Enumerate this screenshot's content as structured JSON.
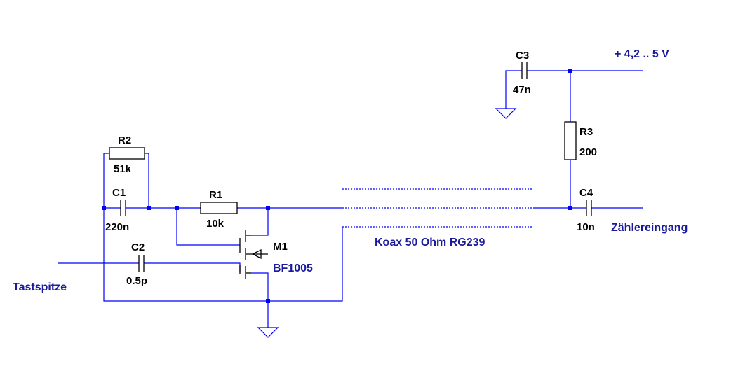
{
  "components": {
    "r1": {
      "ref": "R1",
      "value": "10k"
    },
    "r2": {
      "ref": "R2",
      "value": "51k"
    },
    "r3": {
      "ref": "R3",
      "value": "200"
    },
    "c1": {
      "ref": "C1",
      "value": "220n"
    },
    "c2": {
      "ref": "C2",
      "value": "0.5p"
    },
    "c3": {
      "ref": "C3",
      "value": "47n"
    },
    "c4": {
      "ref": "C4",
      "value": "10n"
    },
    "m1": {
      "ref": "M1",
      "value": "BF1005"
    }
  },
  "nets": {
    "probe": "Tastspitze",
    "counter_input": "Zählereingang",
    "supply": "+ 4,2 .. 5 V",
    "cable": "Koax 50 Ohm RG239"
  },
  "colors": {
    "wire": "#0000ff",
    "component": "#000000",
    "net_label": "#1a1a9c",
    "background": "#ffffff"
  }
}
